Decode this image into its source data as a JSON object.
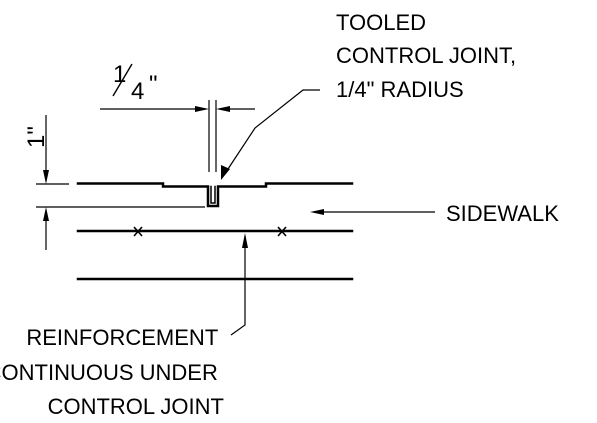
{
  "callouts": {
    "joint": {
      "lines": [
        "TOOLED",
        "CONTROL JOINT,",
        "1/4\" RADIUS"
      ]
    },
    "sidewalk": {
      "label": "SIDEWALK"
    },
    "reinforcement": {
      "lines": [
        "REINFORCEMENT",
        "CONTINUOUS UNDER",
        "CONTROL JOINT"
      ]
    }
  },
  "dimensions": {
    "joint_width": {
      "numerator": "1",
      "denominator": "4",
      "unit": "\""
    },
    "joint_depth": {
      "value": "1\""
    }
  },
  "colors": {
    "line": "#000000",
    "background": "#ffffff"
  }
}
